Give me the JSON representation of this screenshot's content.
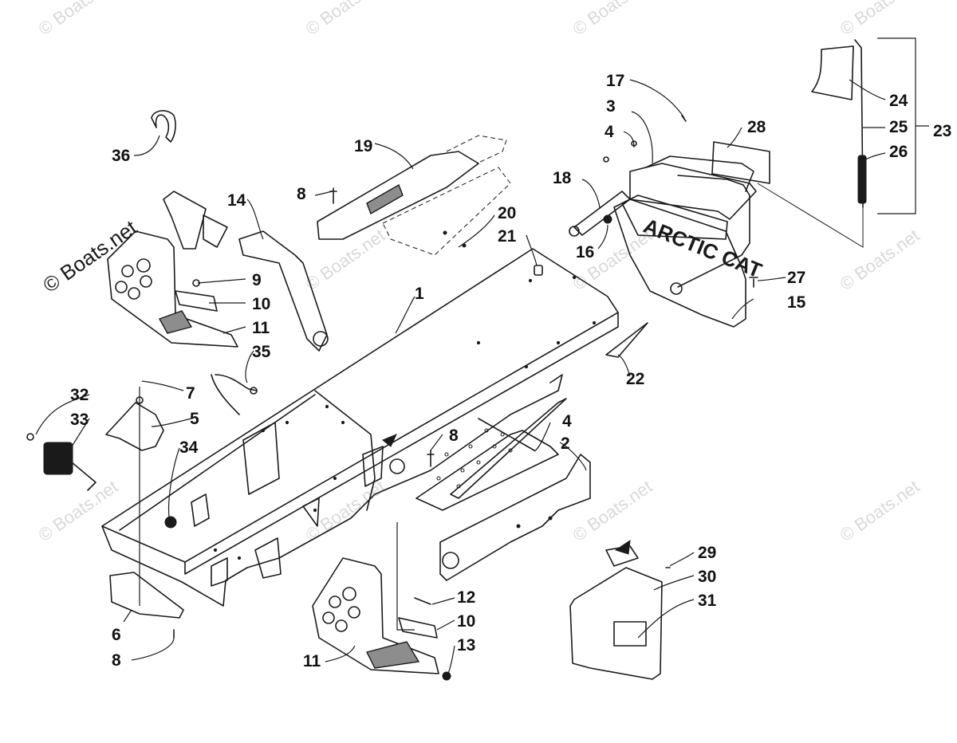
{
  "watermarks": {
    "faint": "© Boats.net",
    "prominent": "© Boats.net"
  },
  "decal_text": "ARCTIC CAT",
  "callouts": {
    "c1": "1",
    "c2": "2",
    "c3": "3",
    "c4a": "4",
    "c4b": "4",
    "c5": "5",
    "c6": "6",
    "c7": "7",
    "c8a": "8",
    "c8b": "8",
    "c8c": "8",
    "c9": "9",
    "c10a": "10",
    "c10b": "10",
    "c11a": "11",
    "c11b": "11",
    "c12": "12",
    "c13": "13",
    "c14": "14",
    "c15": "15",
    "c16": "16",
    "c17": "17",
    "c18": "18",
    "c19": "19",
    "c20": "20",
    "c21": "21",
    "c22": "22",
    "c23": "23",
    "c24": "24",
    "c25": "25",
    "c26": "26",
    "c27": "27",
    "c28": "28",
    "c29": "29",
    "c30": "30",
    "c31": "31",
    "c32": "32",
    "c33": "33",
    "c34": "34",
    "c35": "35",
    "c36": "36"
  }
}
